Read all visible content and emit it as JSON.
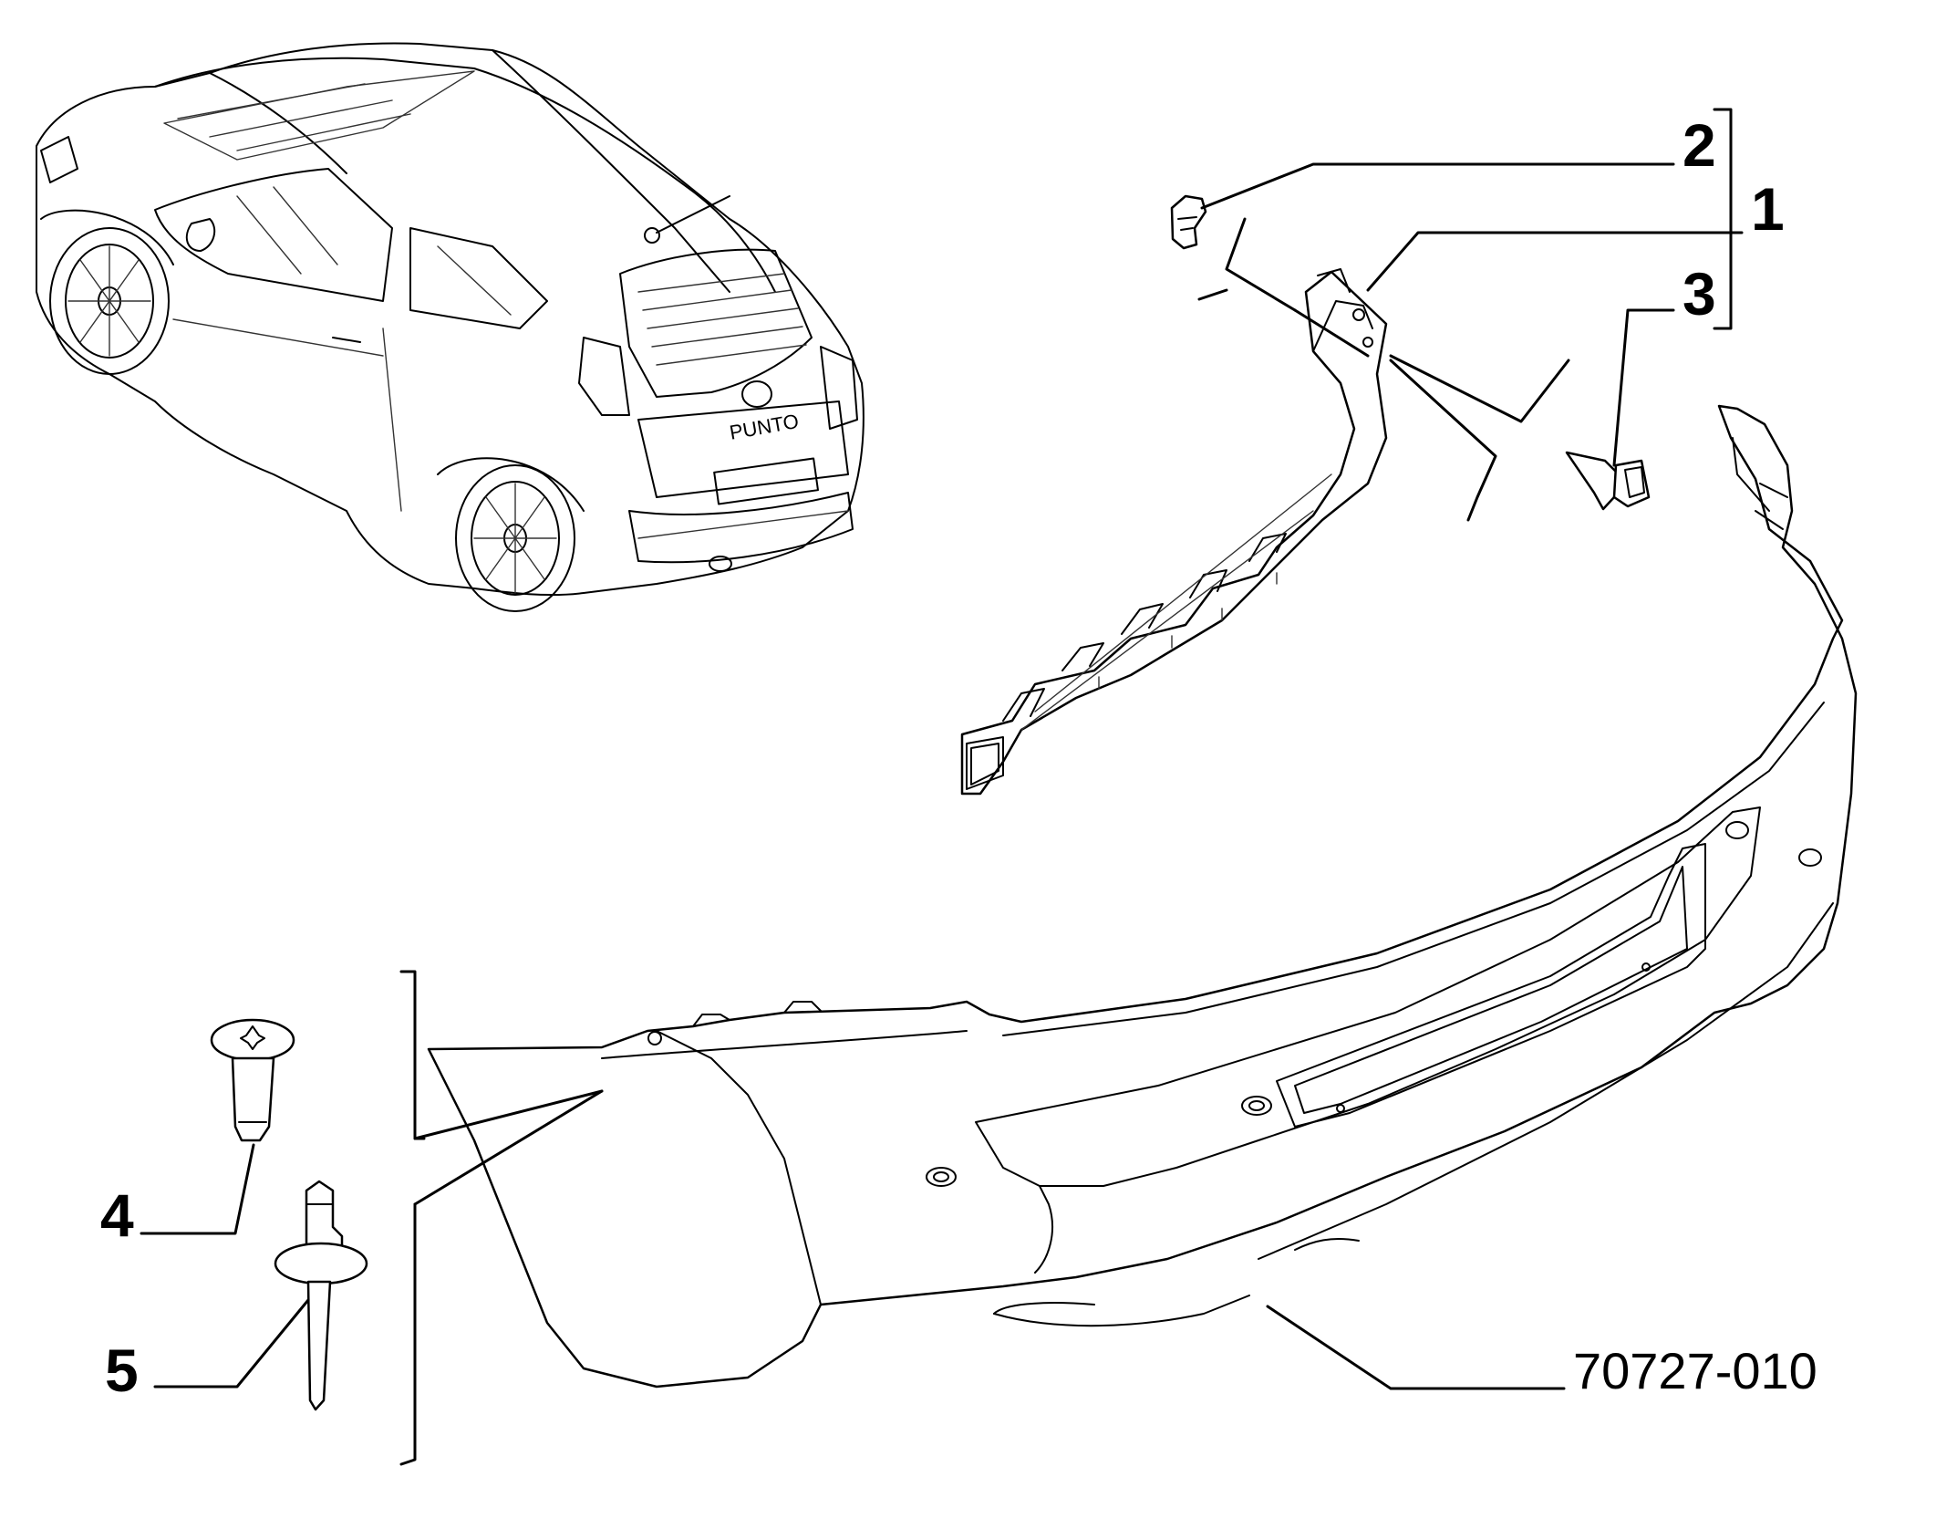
{
  "diagram": {
    "callouts": [
      "1",
      "2",
      "3",
      "4",
      "5"
    ],
    "part_number": "70727-010",
    "badge_text": "PUNTO"
  }
}
